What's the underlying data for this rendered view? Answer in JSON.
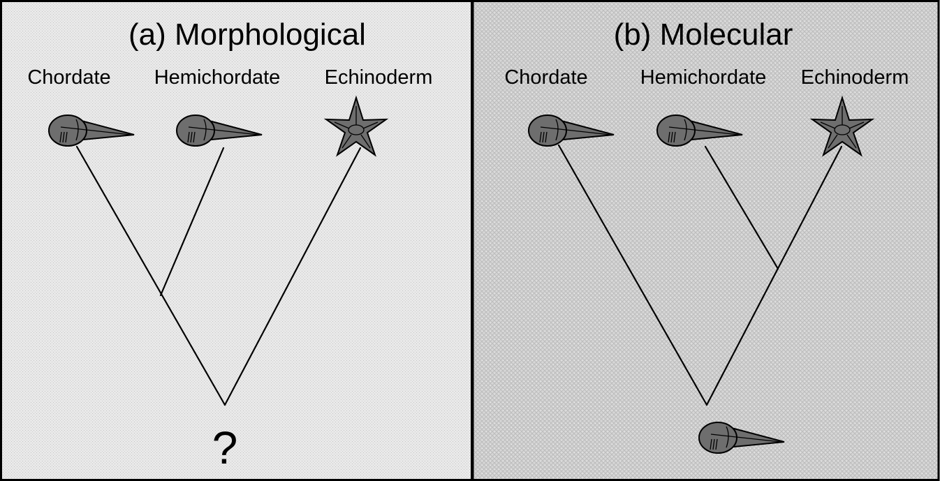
{
  "panels": [
    {
      "title": "(a) Morphological",
      "taxa": [
        "Chordate",
        "Hemichordate",
        "Echinoderm"
      ],
      "root_label": "?"
    },
    {
      "title": "(b) Molecular",
      "taxa": [
        "Chordate",
        "Hemichordate",
        "Echinoderm"
      ],
      "root_label": ""
    }
  ],
  "colors": {
    "panel_a_background": "#e7e7e7",
    "panel_b_background": "#cfcfcf",
    "organism_fill": "#6e6e6e",
    "line": "#000000"
  },
  "icons": {
    "chordate": "tadpole-larva-icon",
    "hemichordate": "tadpole-larva-icon",
    "echinoderm": "starfish-icon",
    "ancestor": "tadpole-larva-icon"
  }
}
